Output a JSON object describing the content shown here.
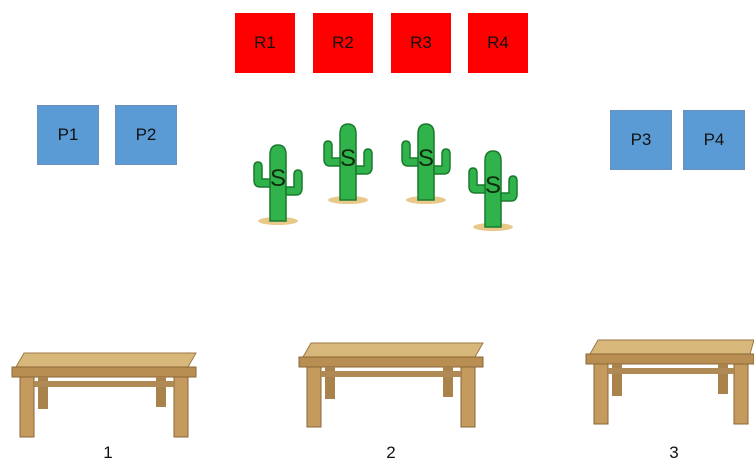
{
  "colors": {
    "red_box": "#ff0000",
    "blue_box": "#5b9bd5",
    "cactus_green": "#2fb34a",
    "table_wood": "#c9a468"
  },
  "red_boxes": [
    "R1",
    "R2",
    "R3",
    "R4"
  ],
  "blue_boxes": [
    "P1",
    "P2",
    "P3",
    "P4"
  ],
  "cacti": [
    "S",
    "S",
    "S",
    "S"
  ],
  "tables": [
    "1",
    "2",
    "3"
  ],
  "icons": {
    "cactus": "cactus-icon",
    "table": "wooden-table-icon"
  }
}
